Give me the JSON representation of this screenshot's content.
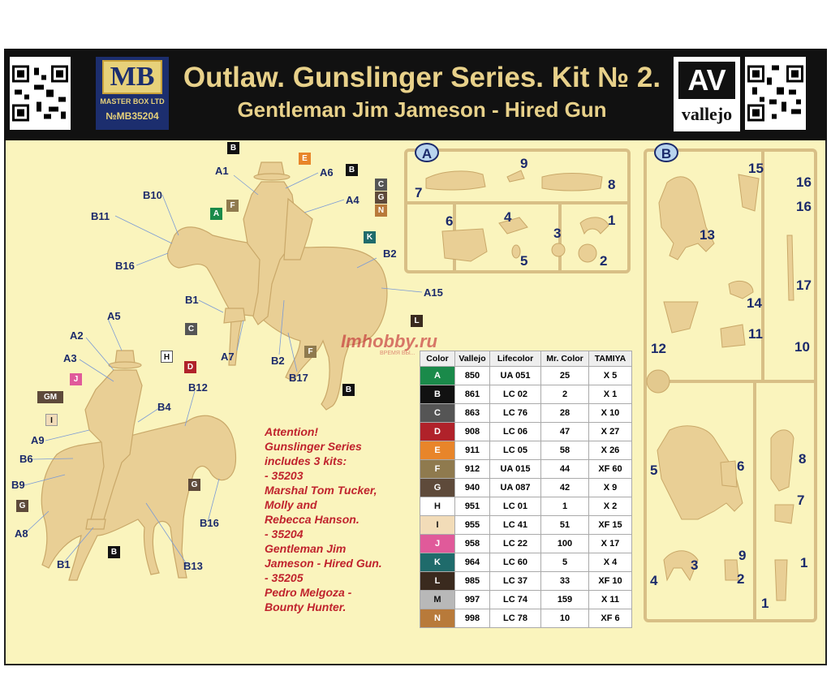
{
  "header": {
    "title": "Outlaw. Gunslinger Series. Kit № 2.",
    "subtitle": "Gentleman Jim Jameson - Hired Gun",
    "mb_logo": "MB",
    "mb_sub": "MASTER BOX LTD",
    "kit_number": "№MB35204",
    "av_logo": "AV",
    "av_name": "vallejo"
  },
  "watermark": {
    "text": "Imhobby.ru",
    "sub": "ВРЕМЯ ВЫ..."
  },
  "callouts": {
    "top_rider": [
      "A1",
      "B10",
      "B11",
      "B16",
      "A6",
      "A4",
      "B2",
      "A15",
      "B1",
      "A7",
      "B2",
      "B17"
    ],
    "bottom_rider": [
      "A5",
      "A2",
      "A3",
      "A9",
      "B6",
      "B9",
      "A8",
      "B1",
      "B12",
      "B4",
      "B16",
      "B13"
    ]
  },
  "color_chips": {
    "top": [
      "B",
      "E",
      "B",
      "C",
      "G",
      "N",
      "F",
      "A",
      "K",
      "C",
      "L",
      "F",
      "D",
      "B"
    ],
    "bottom": [
      "H",
      "D",
      "J",
      "GM",
      "I",
      "G",
      "G",
      "B"
    ]
  },
  "sprue_a": {
    "label": "A",
    "numbers": [
      "9",
      "7",
      "8",
      "6",
      "4",
      "1",
      "3",
      "5",
      "2"
    ]
  },
  "sprue_b": {
    "label": "B",
    "top_numbers": [
      "15",
      "16",
      "16",
      "13",
      "17",
      "14",
      "11",
      "12",
      "10"
    ],
    "bottom_numbers": [
      "5",
      "6",
      "8",
      "7",
      "3",
      "9",
      "4",
      "2",
      "1",
      "1"
    ]
  },
  "attention": [
    "Attention!",
    "Gunslinger Series",
    "includes 3 kits:",
    "- 35203",
    "Marshal Tom Tucker,",
    "Molly and",
    "Rebecca Hanson.",
    "- 35204",
    "Gentleman Jim",
    "Jameson - Hired Gun.",
    "- 35205",
    "Pedro Melgoza -",
    "Bounty Hunter."
  ],
  "color_table": {
    "headers": [
      "Color",
      "Vallejo",
      "Lifecolor",
      "Mr. Color",
      "TAMIYA"
    ],
    "rows": [
      {
        "code": "A",
        "vallejo": "850",
        "lifecolor": "UA 051",
        "mr": "25",
        "tamiya": "X 5",
        "hex": "#1a8a4a"
      },
      {
        "code": "B",
        "vallejo": "861",
        "lifecolor": "LC 02",
        "mr": "2",
        "tamiya": "X 1",
        "hex": "#111111"
      },
      {
        "code": "C",
        "vallejo": "863",
        "lifecolor": "LC 76",
        "mr": "28",
        "tamiya": "X 10",
        "hex": "#555555"
      },
      {
        "code": "D",
        "vallejo": "908",
        "lifecolor": "LC 06",
        "mr": "47",
        "tamiya": "X 27",
        "hex": "#b0222a"
      },
      {
        "code": "E",
        "vallejo": "911",
        "lifecolor": "LC 05",
        "mr": "58",
        "tamiya": "X 26",
        "hex": "#e8852a"
      },
      {
        "code": "F",
        "vallejo": "912",
        "lifecolor": "UA 015",
        "mr": "44",
        "tamiya": "XF 60",
        "hex": "#8f7a4e"
      },
      {
        "code": "G",
        "vallejo": "940",
        "lifecolor": "UA 087",
        "mr": "42",
        "tamiya": "X 9",
        "hex": "#5e4a3a"
      },
      {
        "code": "H",
        "vallejo": "951",
        "lifecolor": "LC 01",
        "mr": "1",
        "tamiya": "X 2",
        "hex": "#ffffff"
      },
      {
        "code": "I",
        "vallejo": "955",
        "lifecolor": "LC 41",
        "mr": "51",
        "tamiya": "XF 15",
        "hex": "#f2dcb8"
      },
      {
        "code": "J",
        "vallejo": "958",
        "lifecolor": "LC 22",
        "mr": "100",
        "tamiya": "X 17",
        "hex": "#e05a9a"
      },
      {
        "code": "K",
        "vallejo": "964",
        "lifecolor": "LC 60",
        "mr": "5",
        "tamiya": "X 4",
        "hex": "#1f6b6b"
      },
      {
        "code": "L",
        "vallejo": "985",
        "lifecolor": "LC 37",
        "mr": "33",
        "tamiya": "XF 10",
        "hex": "#3a2a1e"
      },
      {
        "code": "M",
        "vallejo": "997",
        "lifecolor": "LC 74",
        "mr": "159",
        "tamiya": "X 11",
        "hex": "#b8b8b8"
      },
      {
        "code": "N",
        "vallejo": "998",
        "lifecolor": "LC 78",
        "mr": "10",
        "tamiya": "XF 6",
        "hex": "#b87a3a"
      }
    ]
  },
  "colors": {
    "frame_bg": "#faf4bd",
    "header_bg": "#111111",
    "title_gold": "#e8d18a",
    "label_navy": "#1b2a6b",
    "attention_red": "#c0232d",
    "plastic": "#e9cf95"
  }
}
